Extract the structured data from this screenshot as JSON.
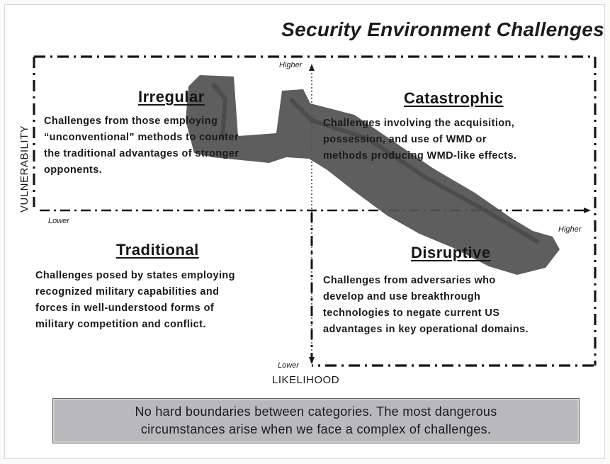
{
  "title": "Security Environment Challenges",
  "axes": {
    "y_label": "VULNERABILITY",
    "x_label": "LIKELIHOOD",
    "y_high": "Higher",
    "y_low": "Lower",
    "x_low": "Lower",
    "x_high": "Higher"
  },
  "quadrants": [
    {
      "id": "irregular",
      "title": "Irregular",
      "lines": [
        "Challenges from those employing",
        "“unconventional” methods to counter",
        "the traditional advantages of stronger",
        "opponents."
      ]
    },
    {
      "id": "catastrophic",
      "title": "Catastrophic",
      "lines": [
        "Challenges involving the acquisition,",
        "possession, and use of WMD or",
        "methods producing WMD-like effects."
      ]
    },
    {
      "id": "traditional",
      "title": "Traditional",
      "lines": [
        "Challenges posed by states employing",
        "recognized military capabilities and",
        "forces in well-understood forms of",
        "military competition and conflict."
      ]
    },
    {
      "id": "disruptive",
      "title": "Disruptive",
      "lines": [
        "Challenges from adversaries who",
        "develop and use breakthrough",
        "technologies to negate current US",
        "advantages in key operational domains."
      ]
    }
  ],
  "footer": {
    "lines": [
      "No hard boundaries between categories.  The most dangerous",
      "circumstances arise when we face a complex of challenges."
    ]
  },
  "colors": {
    "band": "#4f4f4f",
    "footer_bg": "#b9b9bd",
    "ink": "#161616"
  }
}
